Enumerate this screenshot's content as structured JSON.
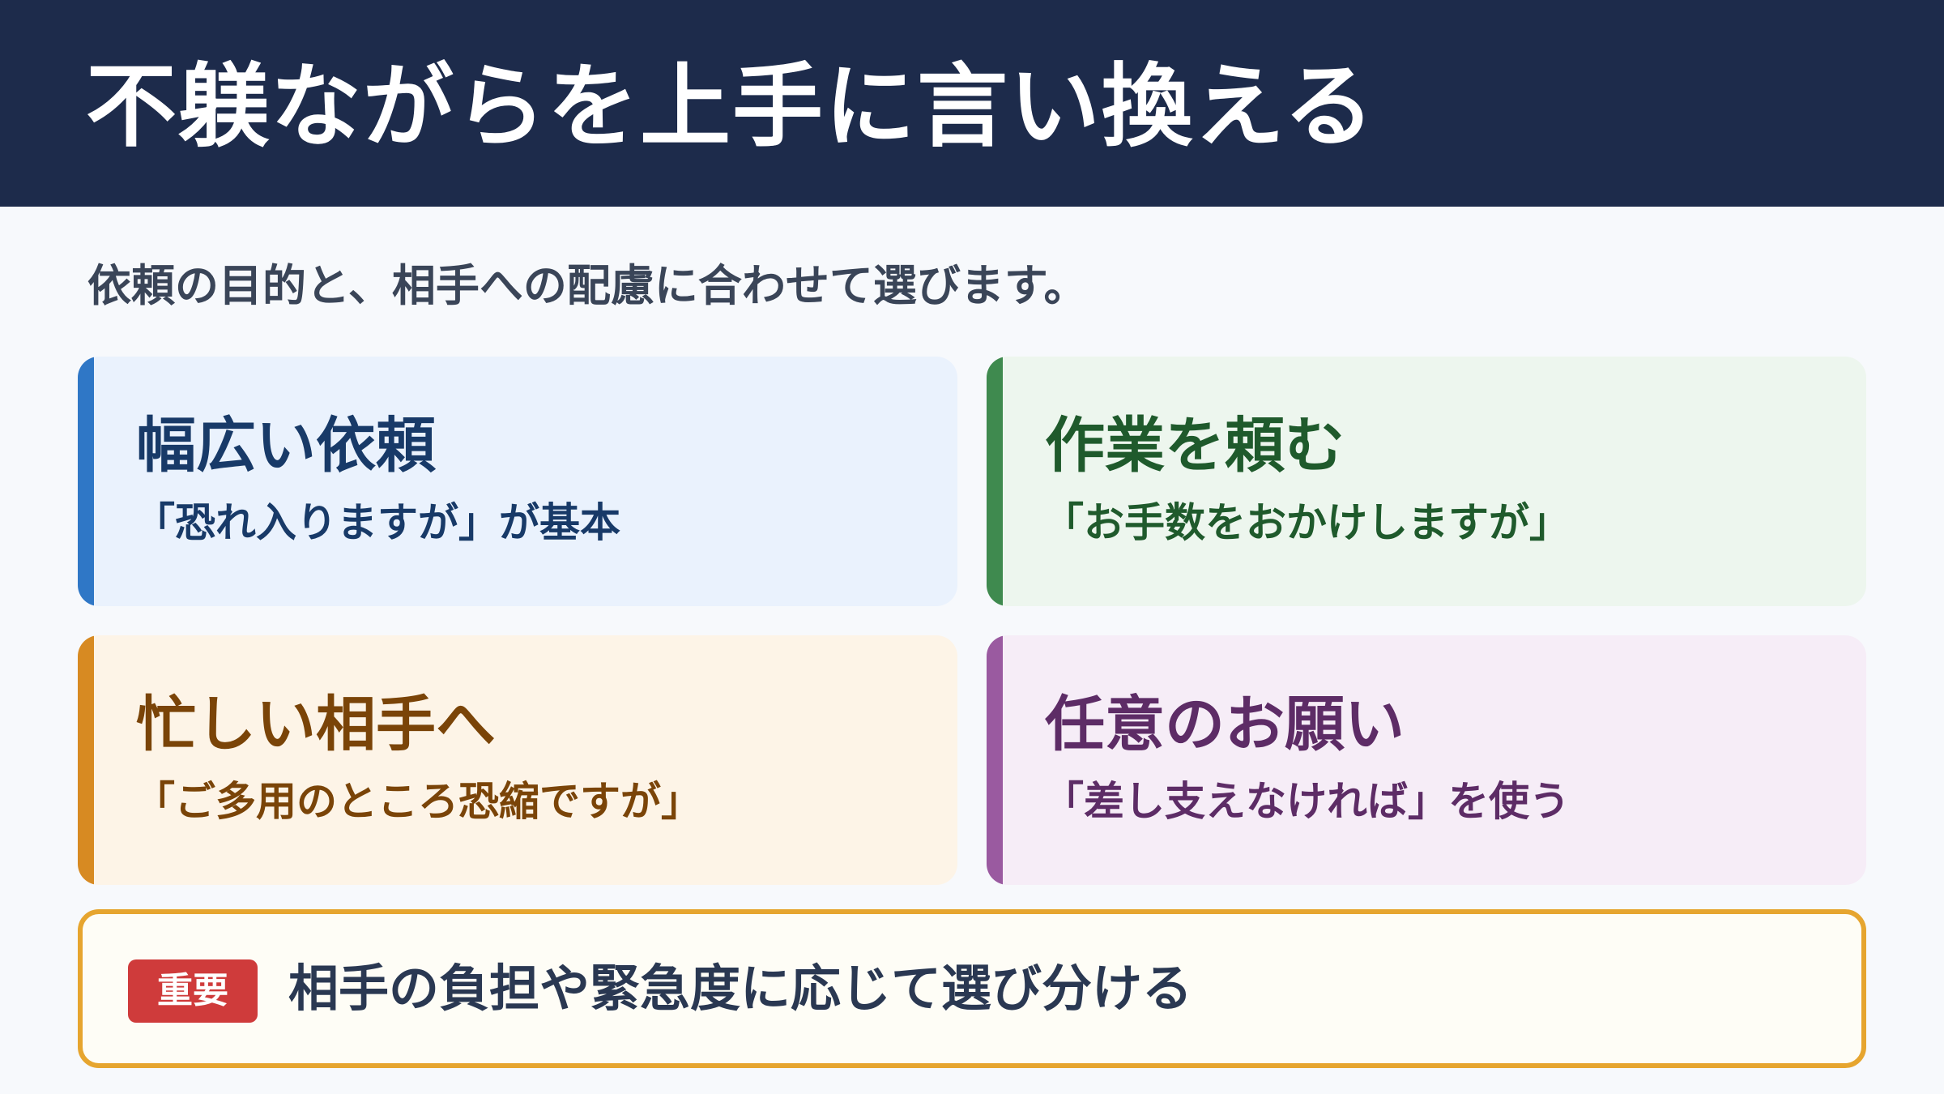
{
  "title": "不躾ながらを上手に言い換える",
  "subtitle": "依頼の目的と、相手への配慮に合わせて選びます。",
  "cards": [
    {
      "title": "幅広い依頼",
      "text": "「恐れ入りますが」が基本",
      "accent_color": "#2f77c6"
    },
    {
      "title": "作業を頼む",
      "text": "「お手数をおかけしますが」",
      "accent_color": "#3f8a4f"
    },
    {
      "title": "忙しい相手へ",
      "text": "「ご多用のところ恐縮ですが」",
      "accent_color": "#d78a22"
    },
    {
      "title": "任意のお願い",
      "text": "「差し支えなければ」を使う",
      "accent_color": "#9a5aa0"
    }
  ],
  "note": {
    "badge": "重要",
    "text": "相手の負担や緊急度に応じて選び分ける",
    "badge_color": "#cf3b3b",
    "border_color": "#e6a52f"
  },
  "colors": {
    "header_background": "#1d2b4b",
    "page_background": "#f7f9fc"
  }
}
